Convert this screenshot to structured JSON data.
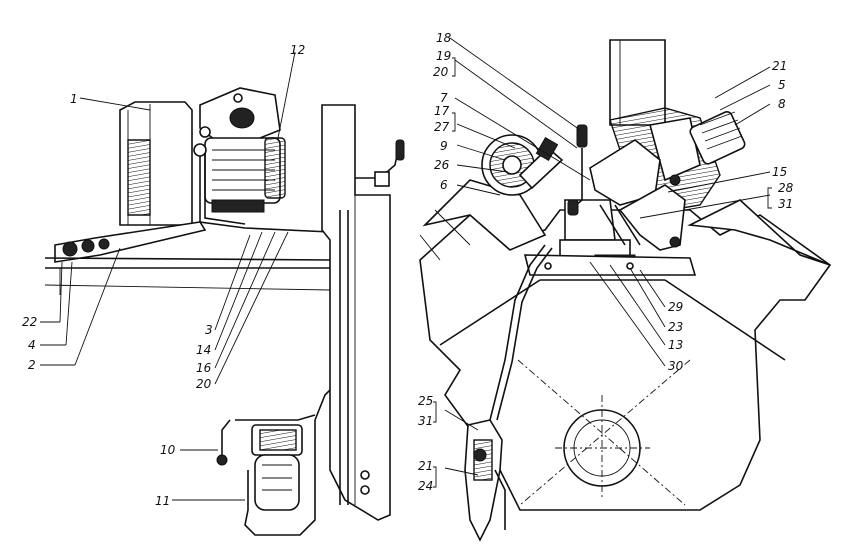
{
  "diagram": {
    "callouts": {
      "c1": "1",
      "c2": "2",
      "c3": "3",
      "c4": "4",
      "c5": "5",
      "c6": "6",
      "c7": "7",
      "c8": "8",
      "c9": "9",
      "c10": "10",
      "c11": "11",
      "c12": "12",
      "c13": "13",
      "c14": "14",
      "c15": "15",
      "c16": "16",
      "c17": "17",
      "c18": "18",
      "c19": "19",
      "c20a": "20",
      "c20b": "20",
      "c21a": "21",
      "c21b": "21",
      "c22": "22",
      "c23": "23",
      "c24": "24",
      "c25": "25",
      "c26": "26",
      "c27": "27",
      "c28": "28",
      "c29": "29",
      "c30": "30",
      "c31a": "31",
      "c31b": "31"
    }
  }
}
